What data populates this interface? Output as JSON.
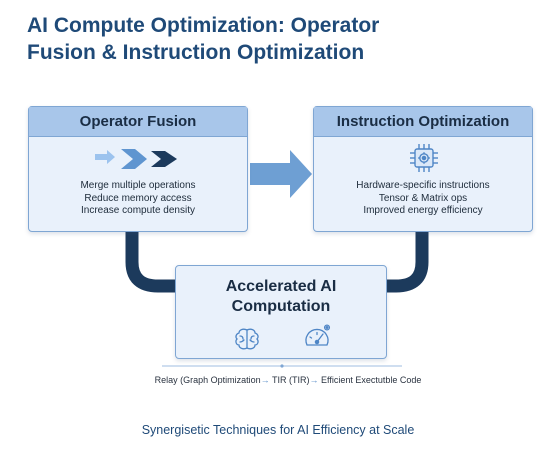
{
  "title": {
    "line1": "AI Compute Optimization: Operator",
    "line2": "Fusion & Instruction Optimization"
  },
  "operator_fusion": {
    "header": "Operator Fusion",
    "icon": "fast-forward-arrows-icon",
    "lines": [
      "Merge multiple operations",
      "Reduce memory access",
      "Increase compute density"
    ]
  },
  "instruction_optimization": {
    "header": "Instruction Optimization",
    "icon": "cpu-chip-gear-icon",
    "lines": [
      "Hardware-specific instructions",
      "Tensor & Matrix ops",
      "Improved energy efficiency"
    ]
  },
  "accelerated": {
    "line1": "Accelerated AI",
    "line2": "Computation",
    "icons": [
      "brain-icon",
      "speedometer-icon"
    ]
  },
  "pipeline": {
    "step1": "Relay (Graph Optimization",
    "sep1": "→",
    "step2": " TIR (TIR)",
    "sep2": "→",
    "step3": " Efficient Exectutble Code"
  },
  "footer": "Synergisetic Techniques for AI Efficiency at Scale",
  "colors": {
    "title": "#1f4a78",
    "box_fill": "#e9f1fb",
    "box_header": "#a8c6ea",
    "box_border": "#7fa6d3",
    "connector": "#1c3a5c",
    "arrow": "#6e9fd3"
  }
}
